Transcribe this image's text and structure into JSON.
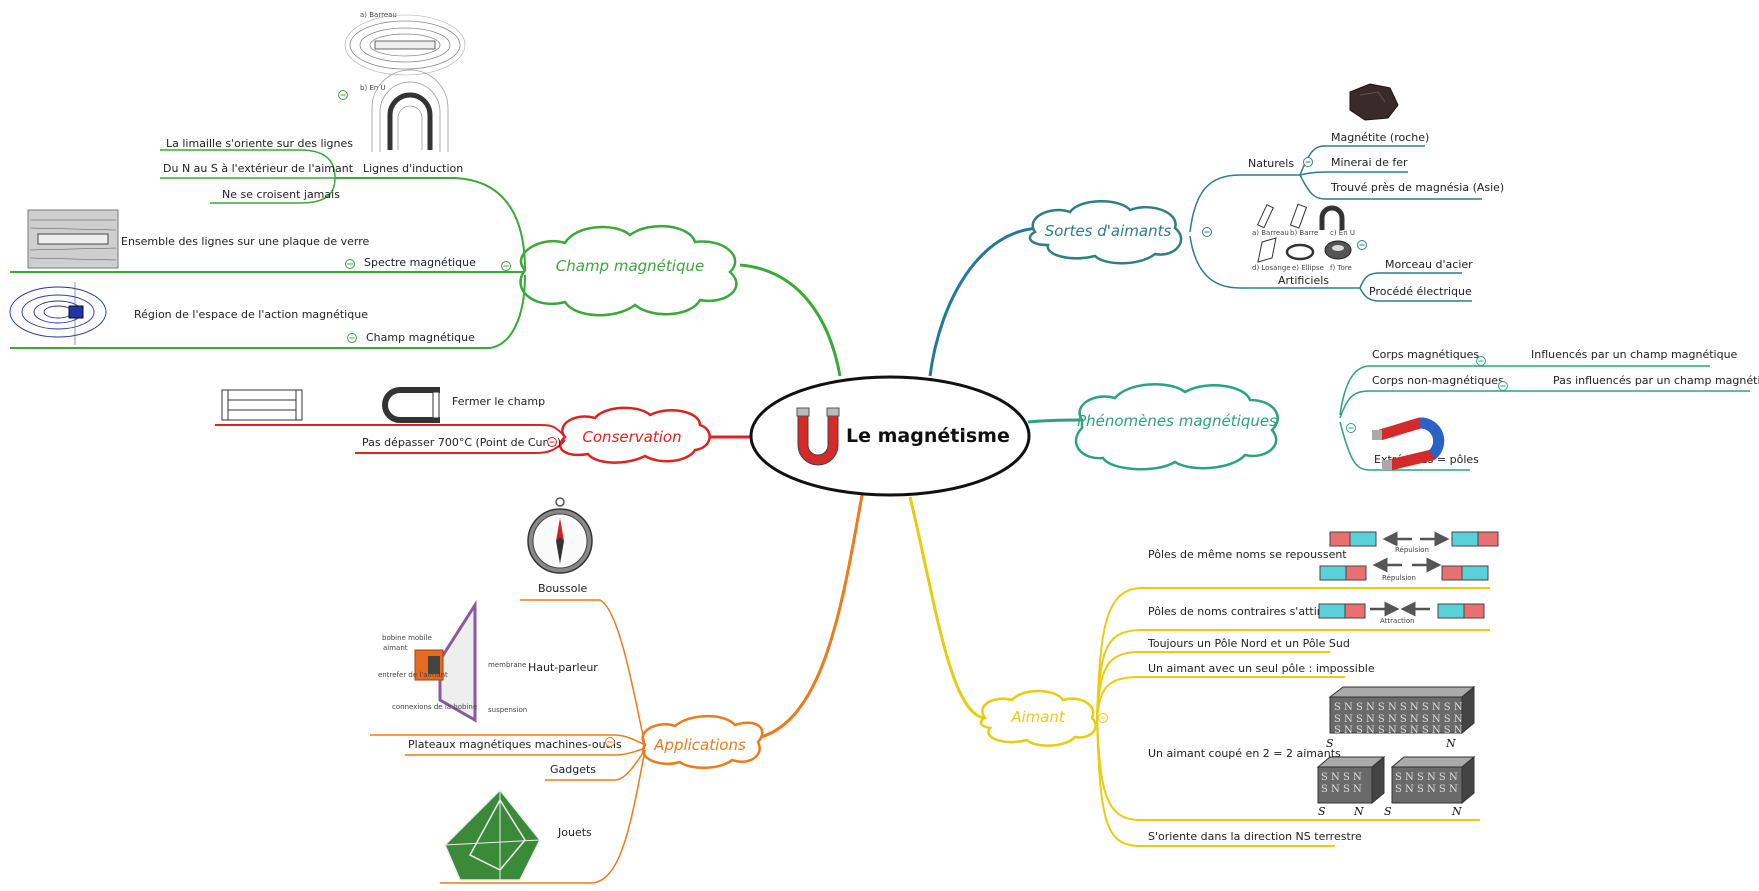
{
  "central": {
    "title": "Le magnétisme"
  },
  "colors": {
    "green": "#3aa93a",
    "red": "#dd2222",
    "orange": "#ee7a1a",
    "yellow": "#e8cc10",
    "teal": "#2e8080",
    "seagreen": "#2aa37e"
  },
  "branches": {
    "champ": {
      "title": "Champ magnétique",
      "lignes_title": "Lignes d'induction",
      "lignes_items": [
        "La limaille s'oriente sur des lignes",
        "Du N au S à l'extérieur de l'aimant",
        "Ne se croisent jamais"
      ],
      "ensemble": "Ensemble des lignes sur une plaque de verre",
      "spectre": "Spectre magnétique",
      "region": "Région de l'espace de l'action magnétique",
      "champ_leaf": "Champ magnétique",
      "fig_labels": [
        "a) Barreau",
        "b) En U"
      ]
    },
    "conservation": {
      "title": "Conservation",
      "fermer": "Fermer le champ",
      "pas_depasser": "Pas dépasser 700°C (Point de Curie)"
    },
    "applications": {
      "title": "Applications",
      "boussole": "Boussole",
      "haut_parleur": "Haut-parleur",
      "plateaux": "Plateaux magnétiques machines-outils",
      "gadgets": "Gadgets",
      "jouets": "Jouets",
      "hp_labels": [
        "bobine mobile",
        "aimant",
        "entrefer de l'aimant",
        "connexions de la bobine",
        "membrane",
        "suspension"
      ]
    },
    "sortes": {
      "title": "Sortes d'aimants",
      "naturels": "Naturels",
      "naturels_items": [
        "Magnétite (roche)",
        "Minerai de fer",
        "Trouvé près de magnésia (Asie)"
      ],
      "artificiels": "Artificiels",
      "artificiels_items": [
        "Morceau d'acier",
        "Procédé électrique"
      ],
      "shape_labels": [
        "a) Barreau",
        "b) Barre",
        "c) En U",
        "d) Losange",
        "e) Ellipse",
        "f) Tore"
      ]
    },
    "phenomenes": {
      "title": "Phénomènes magnétiques",
      "corps_mag": "Corps magnétiques",
      "corps_mag_leaf": "Influencés par un champ magnétique",
      "corps_non": "Corps non-magnétiques",
      "corps_non_leaf": "Pas influencés par un champ magnétique",
      "extremites": "Extrémités = pôles"
    },
    "aimant": {
      "title": "Aimant",
      "items": [
        "Pôles de même noms se repoussent",
        "Pôles de noms contraires s'attirent",
        "Toujours un Pôle Nord et un Pôle Sud",
        "Un aimant avec un seul pôle : impossible",
        "Un aimant coupé en 2 = 2 aimants",
        "S'oriente dans la direction NS terrestre"
      ],
      "repulsion": "Répulsion",
      "attraction": "Attraction",
      "pole_s": "S",
      "pole_n": "N"
    }
  }
}
